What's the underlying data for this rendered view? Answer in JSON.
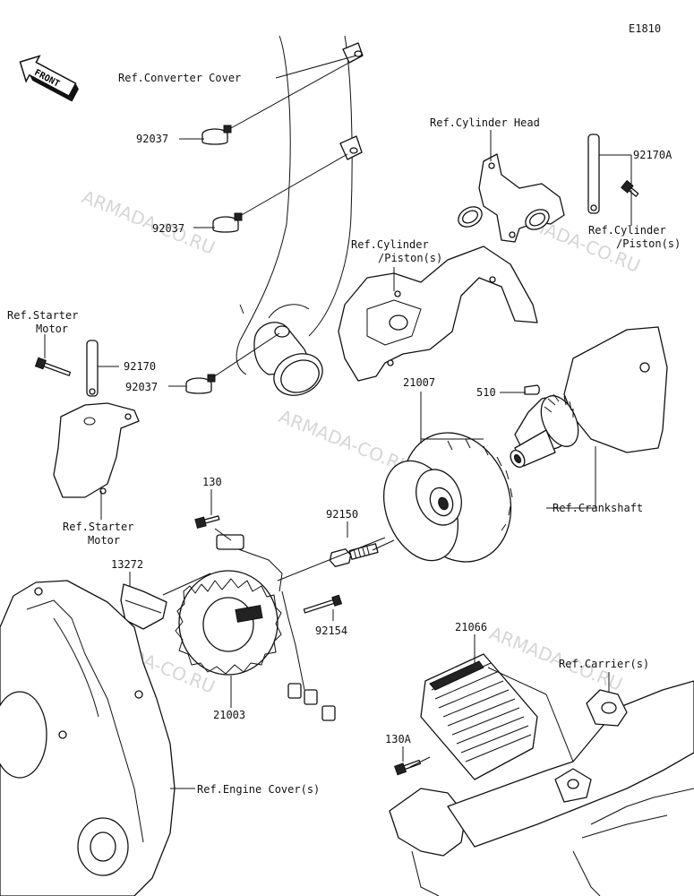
{
  "diagram_code": "E1810",
  "front_label": "FRONT",
  "watermark": "ARMADA-CO.RU",
  "labels": {
    "ref_converter_cover": "Ref.Converter Cover",
    "p92037_a": "92037",
    "p92037_b": "92037",
    "p92037_c": "92037",
    "ref_cylinder_head": "Ref.Cylinder Head",
    "p92170a": "92170A",
    "ref_cylinder_piston_a_1": "Ref.Cylinder",
    "ref_cylinder_piston_a_2": "/Piston(s)",
    "ref_cylinder_piston_b_1": "Ref.Cylinder",
    "ref_cylinder_piston_b_2": "/Piston(s)",
    "ref_starter_motor_a_1": "Ref.Starter",
    "ref_starter_motor_a_2": "Motor",
    "p92170": "92170",
    "ref_starter_motor_b_1": "Ref.Starter",
    "ref_starter_motor_b_2": "Motor",
    "p510": "510",
    "p21007": "21007",
    "ref_crankshaft": "Ref.Crankshaft",
    "p130": "130",
    "p92150": "92150",
    "p13272": "13272",
    "p92154": "92154",
    "p21003": "21003",
    "p21066": "21066",
    "ref_carriers": "Ref.Carrier(s)",
    "p130a": "130A",
    "ref_engine_covers": "Ref.Engine Cover(s)"
  }
}
